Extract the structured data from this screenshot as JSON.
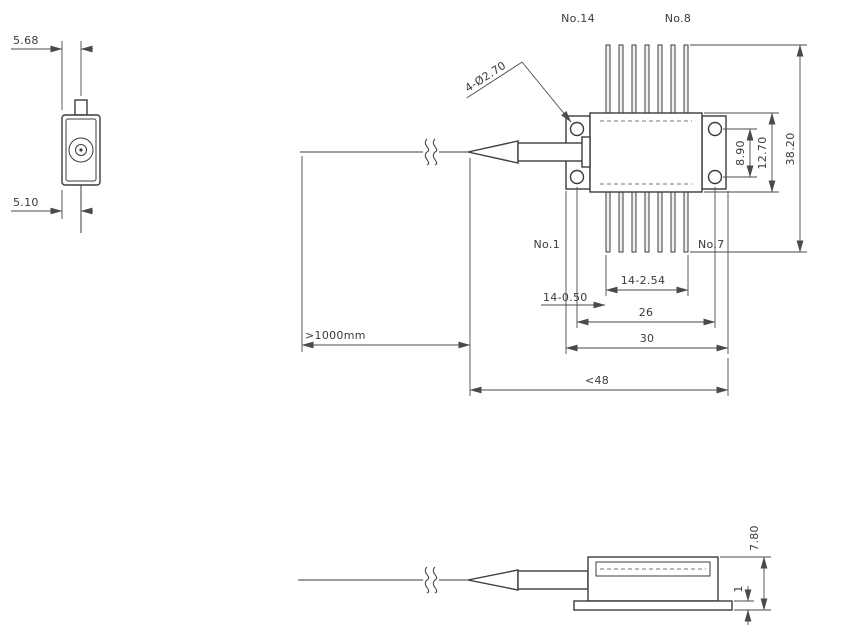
{
  "drawing": {
    "end_view": {
      "dim_top": "5.68",
      "dim_bottom": "5.10"
    },
    "top_view": {
      "pin14": "No.14",
      "pin8": "No.8",
      "pin1": "No.1",
      "pin7": "No.7",
      "holes_callout": "4-Ø2.70",
      "dim_hole_span_vertical": "8.90",
      "dim_body_width": "12.70",
      "dim_overall_height": "38.20",
      "dim_pin_pitch": "14-2.54",
      "dim_pin_width": "14-0.50",
      "dim_hole_span_horizontal": "26",
      "dim_flange_width": "30",
      "dim_overall_length": "<48",
      "dim_fiber_length": ">1000mm"
    },
    "side_view": {
      "dim_height": "7.80",
      "dim_base_thickness": "1"
    }
  }
}
